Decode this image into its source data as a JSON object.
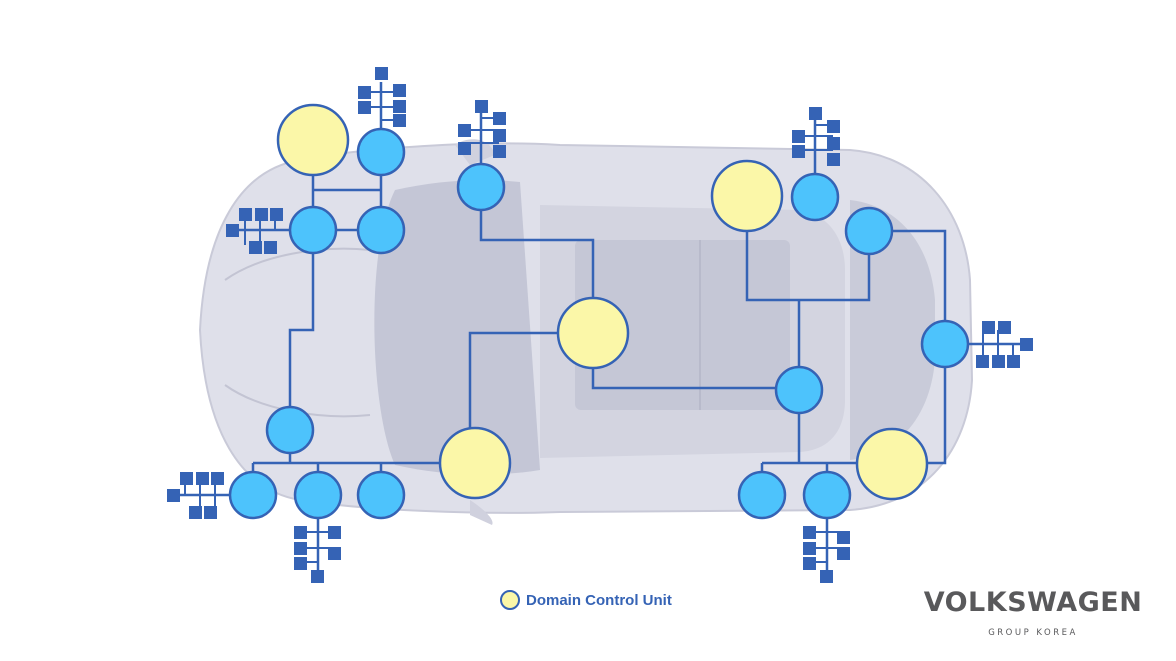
{
  "legend": {
    "label": "Domain Control Unit"
  },
  "brand": {
    "name": "VOLKSWAGEN",
    "subtitle": "GROUP KOREA"
  },
  "colors": {
    "line": "#3563b5",
    "dcu_fill": "#fbf7a8",
    "ecu_fill": "#4dc3fc",
    "sensor": "#3563b5",
    "car_body": "#dcdde8"
  }
}
